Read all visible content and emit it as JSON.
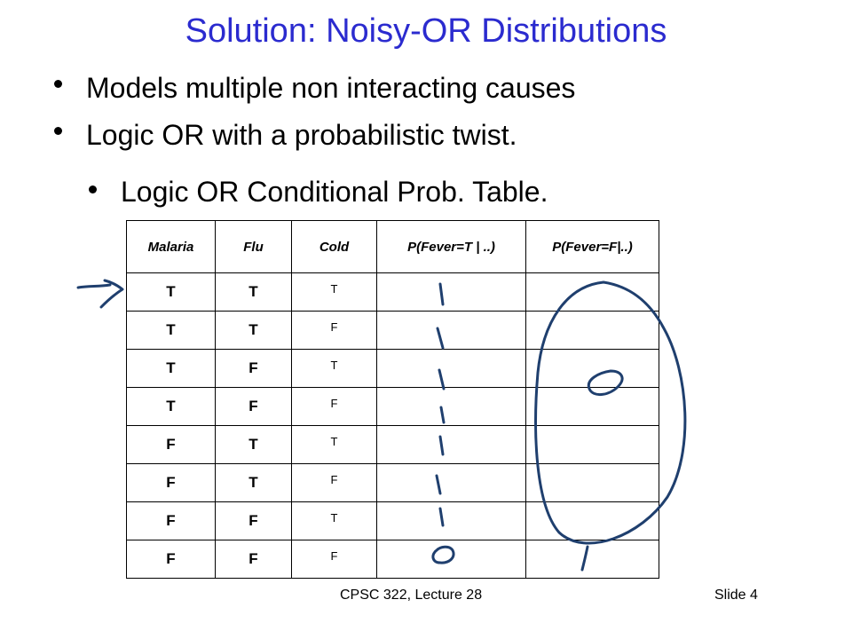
{
  "title": "Solution: Noisy-OR Distributions",
  "bullets": [
    "Models multiple non interacting causes",
    "Logic OR with a probabilistic twist."
  ],
  "sub_bullet": "Logic OR Conditional Prob. Table.",
  "table": {
    "headers": [
      "Malaria",
      "Flu",
      "Cold",
      "P(Fever=T | ..)",
      "P(Fever=F|..)"
    ],
    "rows": [
      [
        "T",
        "T",
        "T"
      ],
      [
        "T",
        "T",
        "F"
      ],
      [
        "T",
        "F",
        "T"
      ],
      [
        "T",
        "F",
        "F"
      ],
      [
        "F",
        "T",
        "T"
      ],
      [
        "F",
        "T",
        "F"
      ],
      [
        "F",
        "F",
        "T"
      ],
      [
        "F",
        "F",
        "F"
      ]
    ]
  },
  "annotations": {
    "arrow": "->",
    "fever_t_column": [
      "1",
      "1",
      "1",
      "1",
      "1",
      "1",
      "1",
      "0"
    ],
    "fever_f_circled": "0",
    "fever_f_last": "1",
    "color": "#1f3f6e"
  },
  "footer": {
    "lecture": "CPSC 322, Lecture 28",
    "slide": "Slide 4"
  }
}
